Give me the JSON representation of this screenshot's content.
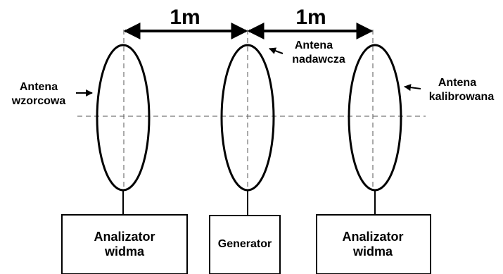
{
  "distances": {
    "left": "1m",
    "right": "1m"
  },
  "antennas": {
    "reference": {
      "label_line1": "Antena",
      "label_line2": "wzorcowa"
    },
    "transmitting": {
      "label_line1": "Antena",
      "label_line2": "nadawcza"
    },
    "calibrated": {
      "label_line1": "Antena",
      "label_line2": "kalibrowana"
    }
  },
  "devices": {
    "left_analyzer": {
      "line1": "Analizator",
      "line2": "widma"
    },
    "generator": {
      "label": "Generator"
    },
    "right_analyzer": {
      "line1": "Analizator",
      "line2": "widma"
    }
  },
  "colors": {
    "stroke": "#000000",
    "dashed": "#555555",
    "background": "#ffffff"
  }
}
